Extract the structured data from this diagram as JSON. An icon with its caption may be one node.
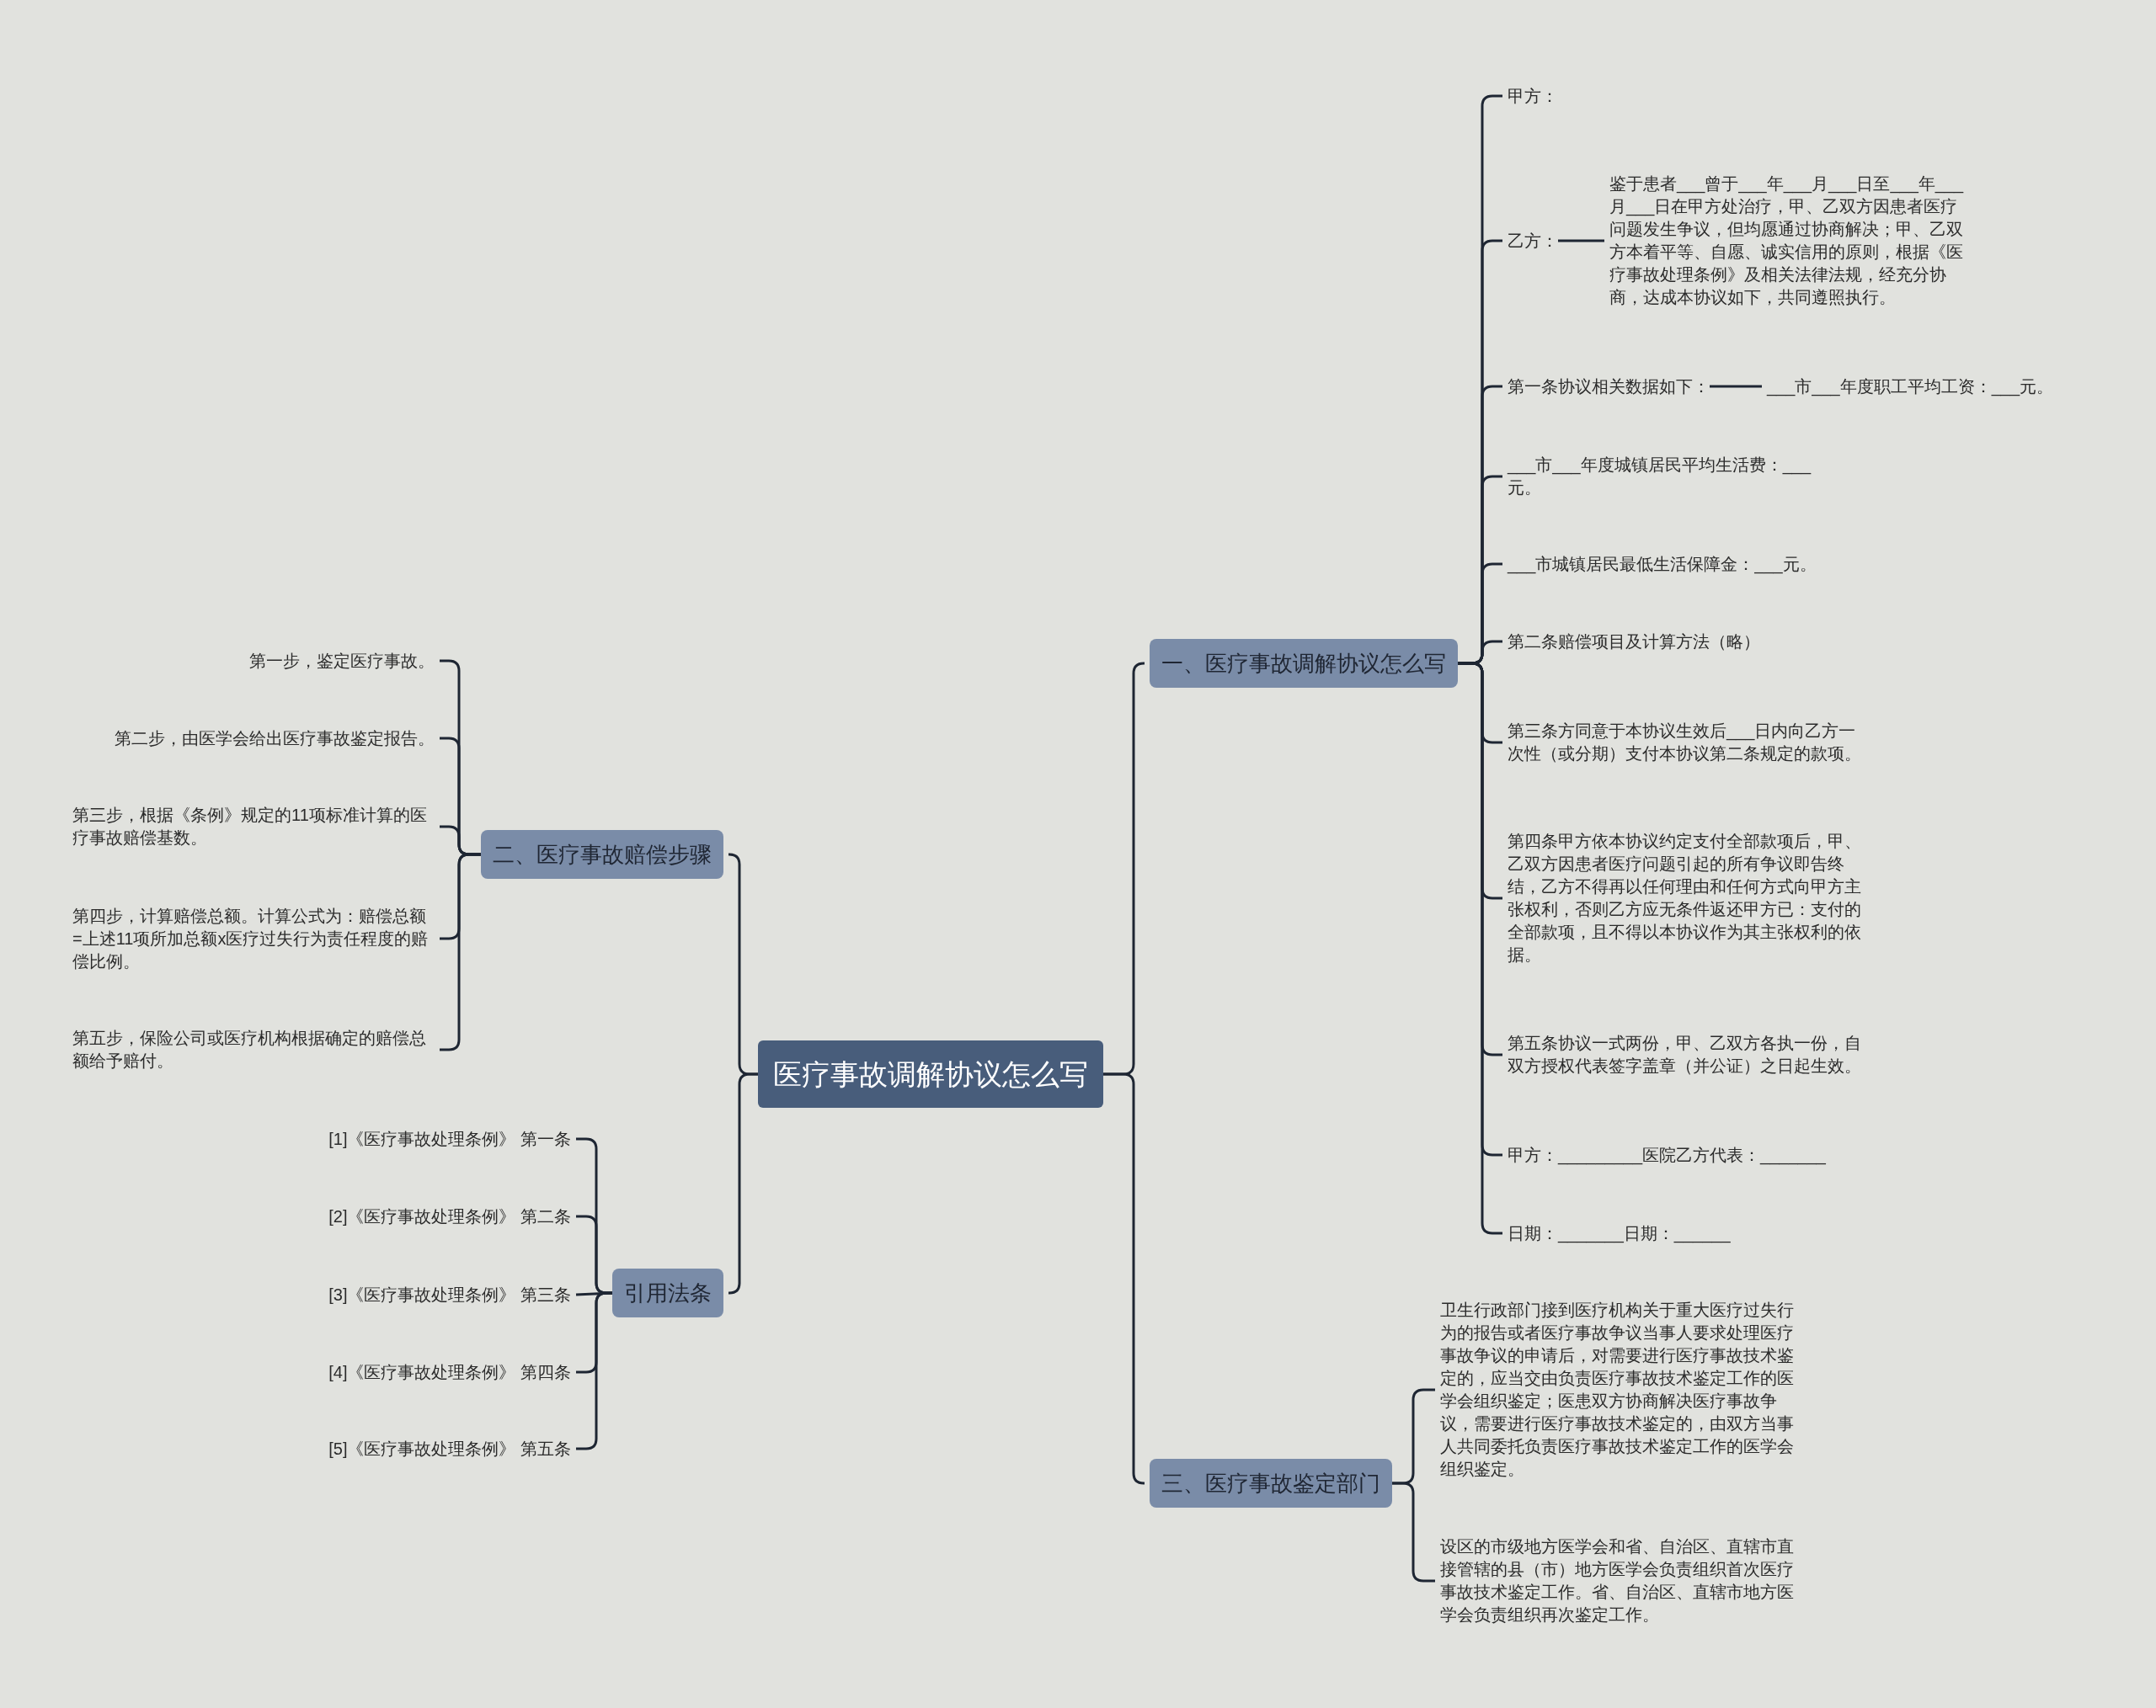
{
  "diagram": {
    "nodes": [
      {
        "text": [
          "医疗事故调解协议怎么写"
        ]
      },
      {
        "text": [
          "一、医疗事故调解协议怎么写"
        ]
      },
      {
        "text": [
          "甲方："
        ]
      },
      {
        "text": [
          "乙方："
        ]
      },
      {
        "text": [
          "鉴于患者___曾于___年___月___日至___年___月___日在甲方处治疗，甲、乙双方因患者医疗问题发生争议，但均愿通过协商解决；甲、乙双方本着平等、自愿、诚实信用的原则，根据《医疗事故处理条例》及相关法律法规，经充分协商，达成本协议如下，共同遵照执行。"
        ]
      },
      {
        "text": [
          "第一条协议相关数据如下："
        ]
      },
      {
        "text": [
          "___市___年度职工平均工资：___元。"
        ]
      },
      {
        "text": [
          "___市___年度城镇居民平均生活费：___元。"
        ]
      },
      {
        "text": [
          "___市城镇居民最低生活保障金：___元。"
        ]
      },
      {
        "text": [
          "第二条赔偿项目及计算方法（略）"
        ]
      },
      {
        "text": [
          "第三条方同意于本协议生效后___日内向乙方一次性（或分期）支付本协议第二条规定的款项。"
        ]
      },
      {
        "text": [
          "第四条甲方依本协议约定支付全部款项后，甲、乙双方因患者医疗问题引起的所有争议即告终结，乙方不得再以任何理由和任何方式向甲方主张权利，否则乙方应无条件返还甲方已：支付的全部款项，且不得以本协议作为其主张权利的依据。"
        ]
      },
      {
        "text": [
          "第五条协议一式两份，甲、乙双方各执一份，自双方授权代表签字盖章（并公证）之日起生效。"
        ]
      },
      {
        "text": [
          "甲方：_________医院乙方代表：_______"
        ]
      },
      {
        "text": [
          "日期：_______日期：______"
        ]
      },
      {
        "text": [
          "二、医疗事故赔偿步骤"
        ]
      },
      {
        "text": [
          "第一步，鉴定医疗事故。"
        ]
      },
      {
        "text": [
          "第二步，由医学会给出医疗事故鉴定报告。"
        ]
      },
      {
        "text": [
          "第三步，根据《条例》规定的11项标准计算的医疗事故赔偿基数。"
        ]
      },
      {
        "text": [
          "第四步，计算赔偿总额。计算公式为：赔偿总额=上述11项所加总额x医疗过失行为责任程度的赔偿比例。"
        ]
      },
      {
        "text": [
          "第五步，保险公司或医疗机构根据确定的赔偿总额给予赔付。"
        ]
      },
      {
        "text": [
          "引用法条"
        ]
      },
      {
        "text": [
          "[1]《医疗事故处理条例》 第一条"
        ]
      },
      {
        "text": [
          "[2]《医疗事故处理条例》 第二条"
        ]
      },
      {
        "text": [
          "[3]《医疗事故处理条例》 第三条"
        ]
      },
      {
        "text": [
          "[4]《医疗事故处理条例》 第四条"
        ]
      },
      {
        "text": [
          "[5]《医疗事故处理条例》 第五条"
        ]
      },
      {
        "text": [
          "三、医疗事故鉴定部门"
        ]
      },
      {
        "text": [
          "卫生行政部门接到医疗机构关于重大医疗过失行为的报告或者医疗事故争议当事人要求处理医疗事故争议的申请后，对需要进行医疗事故技术鉴定的，应当交由负责医疗事故技术鉴定工作的医学会组织鉴定；医患双方协商解决医疗事故争议，需要进行医疗事故技术鉴定的，由双方当事人共同委托负责医疗事故技术鉴定工作的医学会组织鉴定。"
        ]
      },
      {
        "text": [
          "设区的市级地方医学会和省、自治区、直辖市直接管辖的县（市）地方医学会负责组织首次医疗事故技术鉴定工作。省、自治区、直辖市地方医学会负责组织再次鉴定工作。"
        ]
      }
    ],
    "edges": [
      {
        "from": 0,
        "to": 1,
        "arrow": "none"
      },
      {
        "from": 1,
        "to": 2,
        "arrow": "none"
      },
      {
        "from": 1,
        "to": 3,
        "arrow": "none"
      },
      {
        "from": 3,
        "to": 4,
        "arrow": "none"
      },
      {
        "from": 1,
        "to": 5,
        "arrow": "none"
      },
      {
        "from": 5,
        "to": 6,
        "arrow": "none"
      },
      {
        "from": 1,
        "to": 7,
        "arrow": "none"
      },
      {
        "from": 1,
        "to": 8,
        "arrow": "none"
      },
      {
        "from": 1,
        "to": 9,
        "arrow": "none"
      },
      {
        "from": 1,
        "to": 10,
        "arrow": "none"
      },
      {
        "from": 1,
        "to": 11,
        "arrow": "none"
      },
      {
        "from": 1,
        "to": 12,
        "arrow": "none"
      },
      {
        "from": 1,
        "to": 13,
        "arrow": "none"
      },
      {
        "from": 1,
        "to": 14,
        "arrow": "none"
      },
      {
        "from": 0,
        "to": 15,
        "arrow": "none"
      },
      {
        "from": 15,
        "to": 16,
        "arrow": "none"
      },
      {
        "from": 15,
        "to": 17,
        "arrow": "none"
      },
      {
        "from": 15,
        "to": 18,
        "arrow": "none"
      },
      {
        "from": 15,
        "to": 19,
        "arrow": "none"
      },
      {
        "from": 15,
        "to": 20,
        "arrow": "none"
      },
      {
        "from": 0,
        "to": 21,
        "arrow": "none"
      },
      {
        "from": 21,
        "to": 22,
        "arrow": "none"
      },
      {
        "from": 21,
        "to": 23,
        "arrow": "none"
      },
      {
        "from": 21,
        "to": 24,
        "arrow": "none"
      },
      {
        "from": 21,
        "to": 25,
        "arrow": "none"
      },
      {
        "from": 21,
        "to": 26,
        "arrow": "none"
      },
      {
        "from": 0,
        "to": 27,
        "arrow": "none"
      },
      {
        "from": 27,
        "to": 28,
        "arrow": "none"
      },
      {
        "from": 27,
        "to": 29,
        "arrow": "none"
      }
    ]
  }
}
